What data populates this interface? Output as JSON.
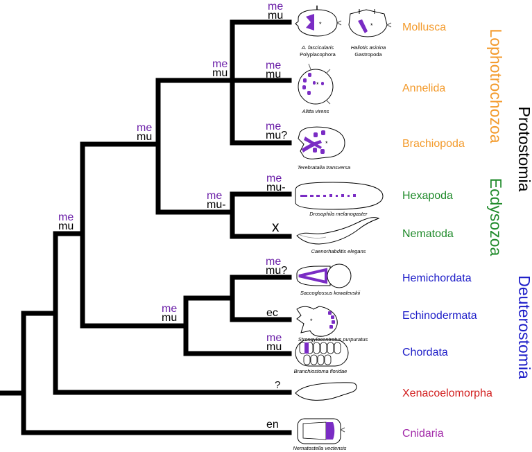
{
  "colors": {
    "lophotrochozoa": "#f39a2b",
    "ecdysozoa": "#1f8a2a",
    "deuterostomia": "#1c1cc8",
    "xenacoelomorpha": "#d21f1f",
    "cnidaria": "#a128a8",
    "marker_me": "#6b1fa8",
    "expression": "#7a2cc4"
  },
  "taxa": {
    "mollusca": "Mollusca",
    "annelida": "Annelida",
    "brachiopoda": "Brachiopoda",
    "hexapoda": "Hexapoda",
    "nematoda": "Nematoda",
    "hemichordata": "Hemichordata",
    "echinodermata": "Echinodermata",
    "chordata": "Chordata",
    "xenacoelomorpha": "Xenacoelomorpha",
    "cnidaria": "Cnidaria"
  },
  "clades": {
    "lophotrochozoa": "Lophotrochozoa",
    "protostomia": "Protostomia",
    "ecdysozoa": "Ecdysozoa",
    "deuterostomia": "Deuterostomia"
  },
  "species": {
    "mollusca_1": "A. fascicularis",
    "mollusca_1_group": "Polyplacophora",
    "mollusca_2": "Haliotis asinina",
    "mollusca_2_group": "Gastropoda",
    "annelida": "Alitta virens",
    "brachiopoda": "Terebratalia transversa",
    "hexapoda": "Drosophila melanogaster",
    "nematoda": "Caenorhabditis elegans",
    "hemichordata": "Saccoglossus kowalevskii",
    "echinodermata": "Strongylocentrotus purpuratus",
    "chordata": "Branchiostoma floridae",
    "cnidaria": "Nematostella vectensis"
  },
  "markers": {
    "mollusca_me": "me",
    "mollusca_mu": "mu",
    "annelida_me": "me",
    "annelida_mu": "mu",
    "brachiopoda_me": "me",
    "brachiopoda_mu": "mu?",
    "hexapoda_me": "me",
    "hexapoda_mu": "mu-",
    "nematoda": "x",
    "hemichordata_me": "me",
    "hemichordata_mu": "mu?",
    "echinodermata": "ec",
    "chordata_me": "me",
    "chordata_mu": "mu",
    "xenacoelomorpha": "?",
    "cnidaria": "en",
    "node_spiralia_me": "me",
    "node_spiralia_mu": "mu",
    "node_protostomia_me": "me",
    "node_protostomia_mu": "mu",
    "node_ecdysozoa_me": "me",
    "node_ecdysozoa_mu": "mu-",
    "node_bilateria_me": "me",
    "node_bilateria_mu": "mu",
    "node_deuterostomia_me": "me",
    "node_deuterostomia_mu": "mu"
  }
}
